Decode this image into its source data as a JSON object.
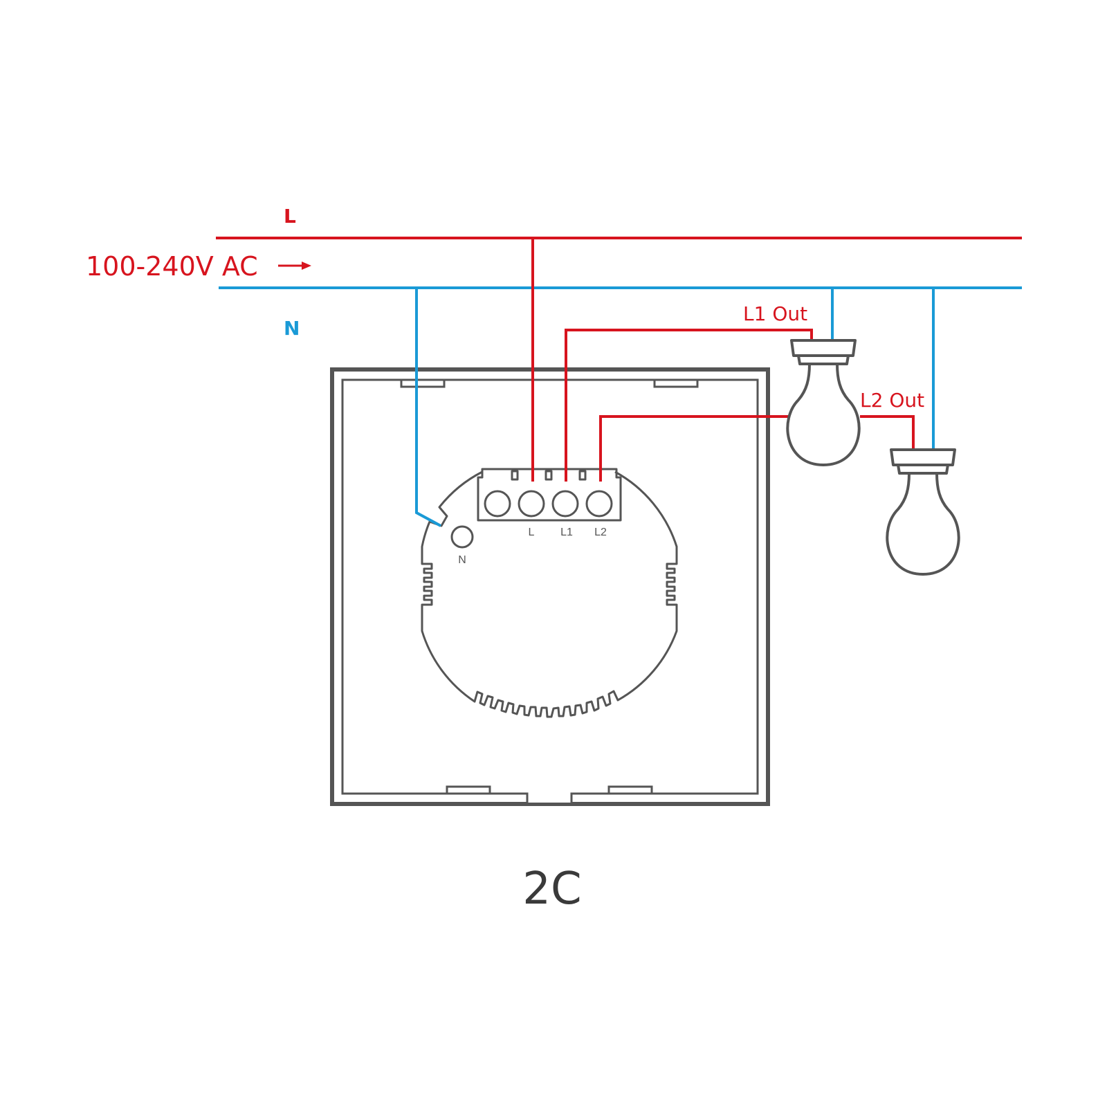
{
  "lines": {
    "live_label": "L",
    "neutral_label": "N",
    "supply_label": "100-240V AC"
  },
  "outputs": {
    "l1_label": "L1 Out",
    "l2_label": "L2 Out"
  },
  "terminals": {
    "l": "L",
    "l1": "L1",
    "l2": "L2",
    "n": "N"
  },
  "model": "2C",
  "colors": {
    "live": "#d7141e",
    "neutral": "#1a9ad6",
    "device": "#555555",
    "text": "#3a3a3a"
  }
}
